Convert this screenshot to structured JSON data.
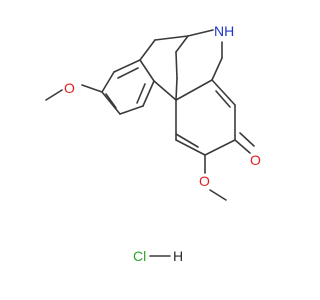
{
  "molecule": {
    "atoms": {
      "nh": "NH",
      "o_methoxy_left": "O",
      "o_methoxy_right": "O",
      "o_ketone": "O",
      "salt_cl": "Cl",
      "salt_h": "H"
    },
    "colors": {
      "bond": "#3a3a3a",
      "oxygen": "#e02020",
      "nitrogen": "#1f35c8",
      "chlorine": "#2aa52a"
    }
  }
}
